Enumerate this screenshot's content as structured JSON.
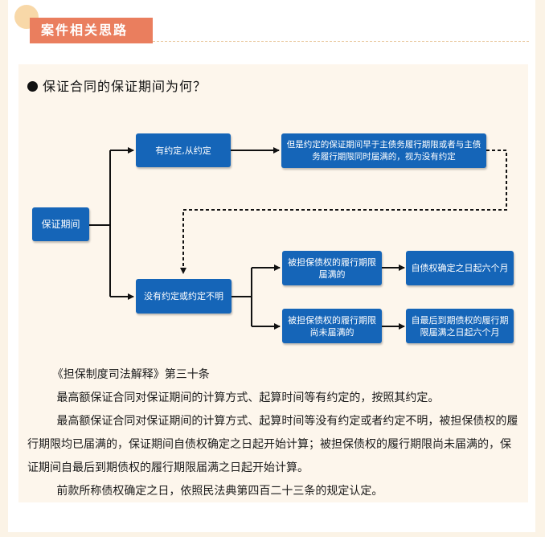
{
  "header": {
    "tag": "案件相关思路"
  },
  "question": "保证合同的保证期间为何？",
  "diagram": {
    "root": "保证期间",
    "branch_yes": "有约定,从约定",
    "branch_yes_result": "但是约定的保证期间早于主债务履行期限或者与主债务履行期限同时届满的，视为没有约定",
    "branch_no": "没有约定或约定不明",
    "sub1": "被担保债权的履行期限届满的",
    "sub1_result": "自债权确定之日起六个月",
    "sub2": "被担保债权的履行期限尚未届满的",
    "sub2_result": "自最后到期债权的履行期限届满之日起六个月"
  },
  "law": {
    "citation": "《担保制度司法解释》第三十条",
    "p1": "最高额保证合同对保证期间的计算方式、起算时间等有约定的，按照其约定。",
    "p2": "最高额保证合同对保证期间的计算方式、起算时间等没有约定或者约定不明，被担保债权的履行期限均已届满的，保证期间自债权确定之日起开始计算；被担保债权的履行期限尚未届满的，保证期间自最后到期债权的履行期限届满之日起开始计算。",
    "p3": "前款所称债权确定之日，依照民法典第四百二十三条的规定认定。"
  }
}
